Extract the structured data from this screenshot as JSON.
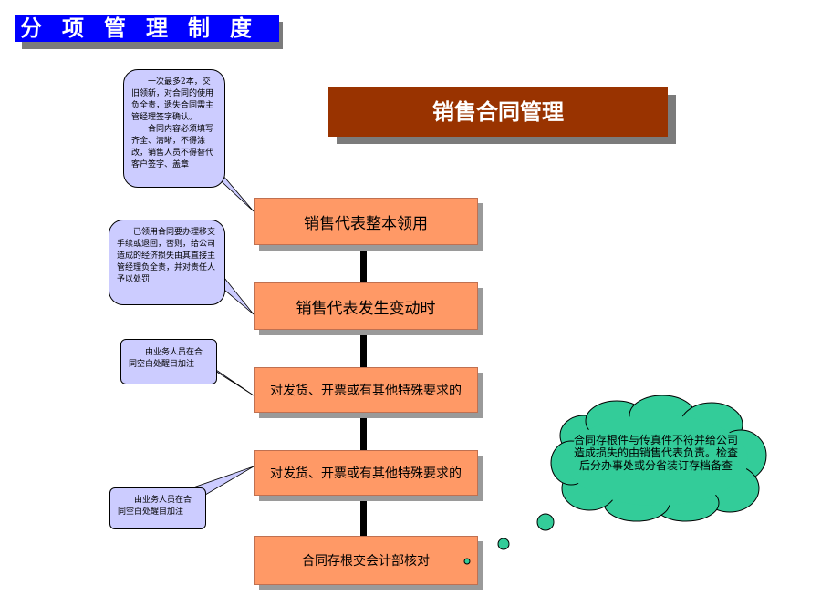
{
  "header": {
    "title": "分项管理制度"
  },
  "main_title": "销售合同管理",
  "steps": [
    {
      "label": "销售代表整本领用"
    },
    {
      "label": "销售代表发生变动时"
    },
    {
      "label": "对发货、开票或有其他特殊要求的"
    },
    {
      "label": "对发货、开票或有其他特殊要求的"
    },
    {
      "label": "合同存根交会计部核对"
    }
  ],
  "notes": {
    "note1": {
      "line1": "一次最多2本，交旧领新，对合同的使用负全责，遗失合同需主管经理签字确认。",
      "line2": "合同内容必须填写齐全、清晰，不得涂改，销售人员不得替代客户签字、盖章"
    },
    "note2": "已领用合同要办理移交手续或退回，否则，给公司造成的经济损失由其直接主管经理负全责，并对责任人予以处罚",
    "note3": "由业务人员在合同空白处醒目加注",
    "note4": "由业务人员在合同空白处醒目加注",
    "cloud": "合同存根件与传真件不符并给公司造成损失的由销售代表负责。检查后分办事处或分省装订存档备查"
  },
  "colors": {
    "header_bg": "#0000ff",
    "title_bg": "#993300",
    "step_bg": "#ff9966",
    "note_bg": "#ccccff",
    "cloud_bg": "#33cc99"
  }
}
